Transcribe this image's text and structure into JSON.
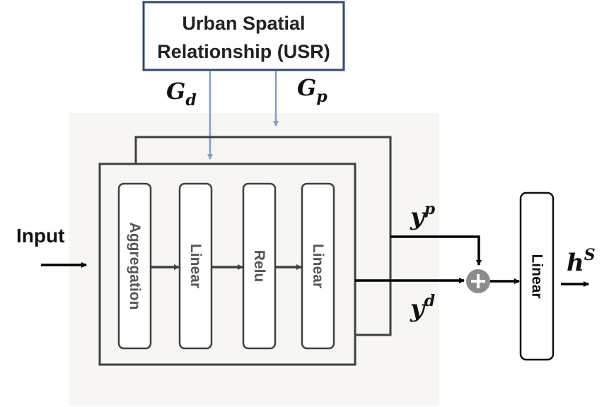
{
  "usr_box": {
    "line1": "Urban Spatial",
    "line2": "Relationship (USR)"
  },
  "graph_inputs": {
    "gd": {
      "base": "G",
      "sub": "d"
    },
    "gp": {
      "base": "G",
      "sub": "p"
    }
  },
  "input_label": "Input",
  "blocks": [
    "Aggregation",
    "Linear",
    "Relu",
    "Linear"
  ],
  "outputs": {
    "yp": {
      "base": "y",
      "sup": "p"
    },
    "yd": {
      "base": "y",
      "sup": "d"
    }
  },
  "final_linear": "Linear",
  "final_output": {
    "base": "h",
    "sup": "S"
  },
  "colors": {
    "usr_border": "#2d4a72",
    "graph_arrow": "#7f9fc9",
    "panel_bg": "#f7f6f2",
    "stroke": "#404040",
    "plus_circle": "#8c8c8c"
  }
}
